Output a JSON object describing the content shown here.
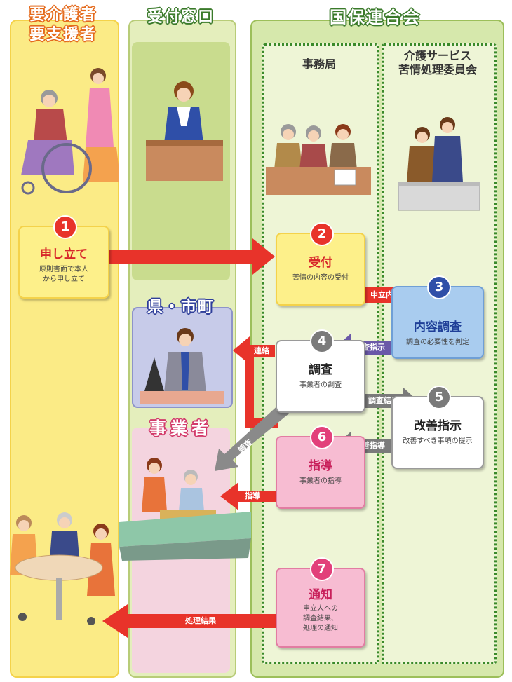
{
  "columns": {
    "applicant": "要介護者\n要支援者",
    "reception": "受付窓口",
    "federation": "国保連合会"
  },
  "sub_columns": {
    "secretariat": "事務局",
    "committee": "介護サービス\n苦情処理委員会"
  },
  "sections": {
    "prefecture": "県・市町",
    "provider": "事業者"
  },
  "steps": [
    {
      "num": "1",
      "title": "申し立て",
      "desc": "原則書面で本人\nから申し立て"
    },
    {
      "num": "2",
      "title": "受付",
      "desc": "苦情の内容の受付"
    },
    {
      "num": "3",
      "title": "内容調査",
      "desc": "調査の必要性を判定"
    },
    {
      "num": "4",
      "title": "調査",
      "desc": "事業者の調査"
    },
    {
      "num": "5",
      "title": "改善指示",
      "desc": "改善すべき事項の提示"
    },
    {
      "num": "6",
      "title": "指導",
      "desc": "事業者の指導"
    },
    {
      "num": "7",
      "title": "通知",
      "desc": "申立人への\n調査結果、\n処理の通知"
    }
  ],
  "arrows": {
    "moushitate_naiyou": "申立内容",
    "chousa_shiji": "調査指示",
    "chousa_kekka": "調査結果",
    "kaizen_shidou": "改善指導",
    "renraku": "連絡",
    "chousa": "調査",
    "shidou": "指導",
    "shori_kekka": "処理結果"
  },
  "colors": {
    "applicant_col": "#fbeb86",
    "reception_col": "#d7e6a6",
    "federation_col": "#cfe2a0",
    "red_arrow": "#e8332a",
    "purple_arrow": "#6a58a8",
    "gray_arrow": "#7a7a7a",
    "step_yellow": "#fdf08a",
    "step_blue": "#a9ccef",
    "step_white": "#ffffff",
    "step_pink": "#f7bcd2",
    "num_red": "#e8332a",
    "num_blue": "#2f4fa8",
    "num_gray": "#7a7a7a",
    "num_pink": "#e2407a"
  }
}
